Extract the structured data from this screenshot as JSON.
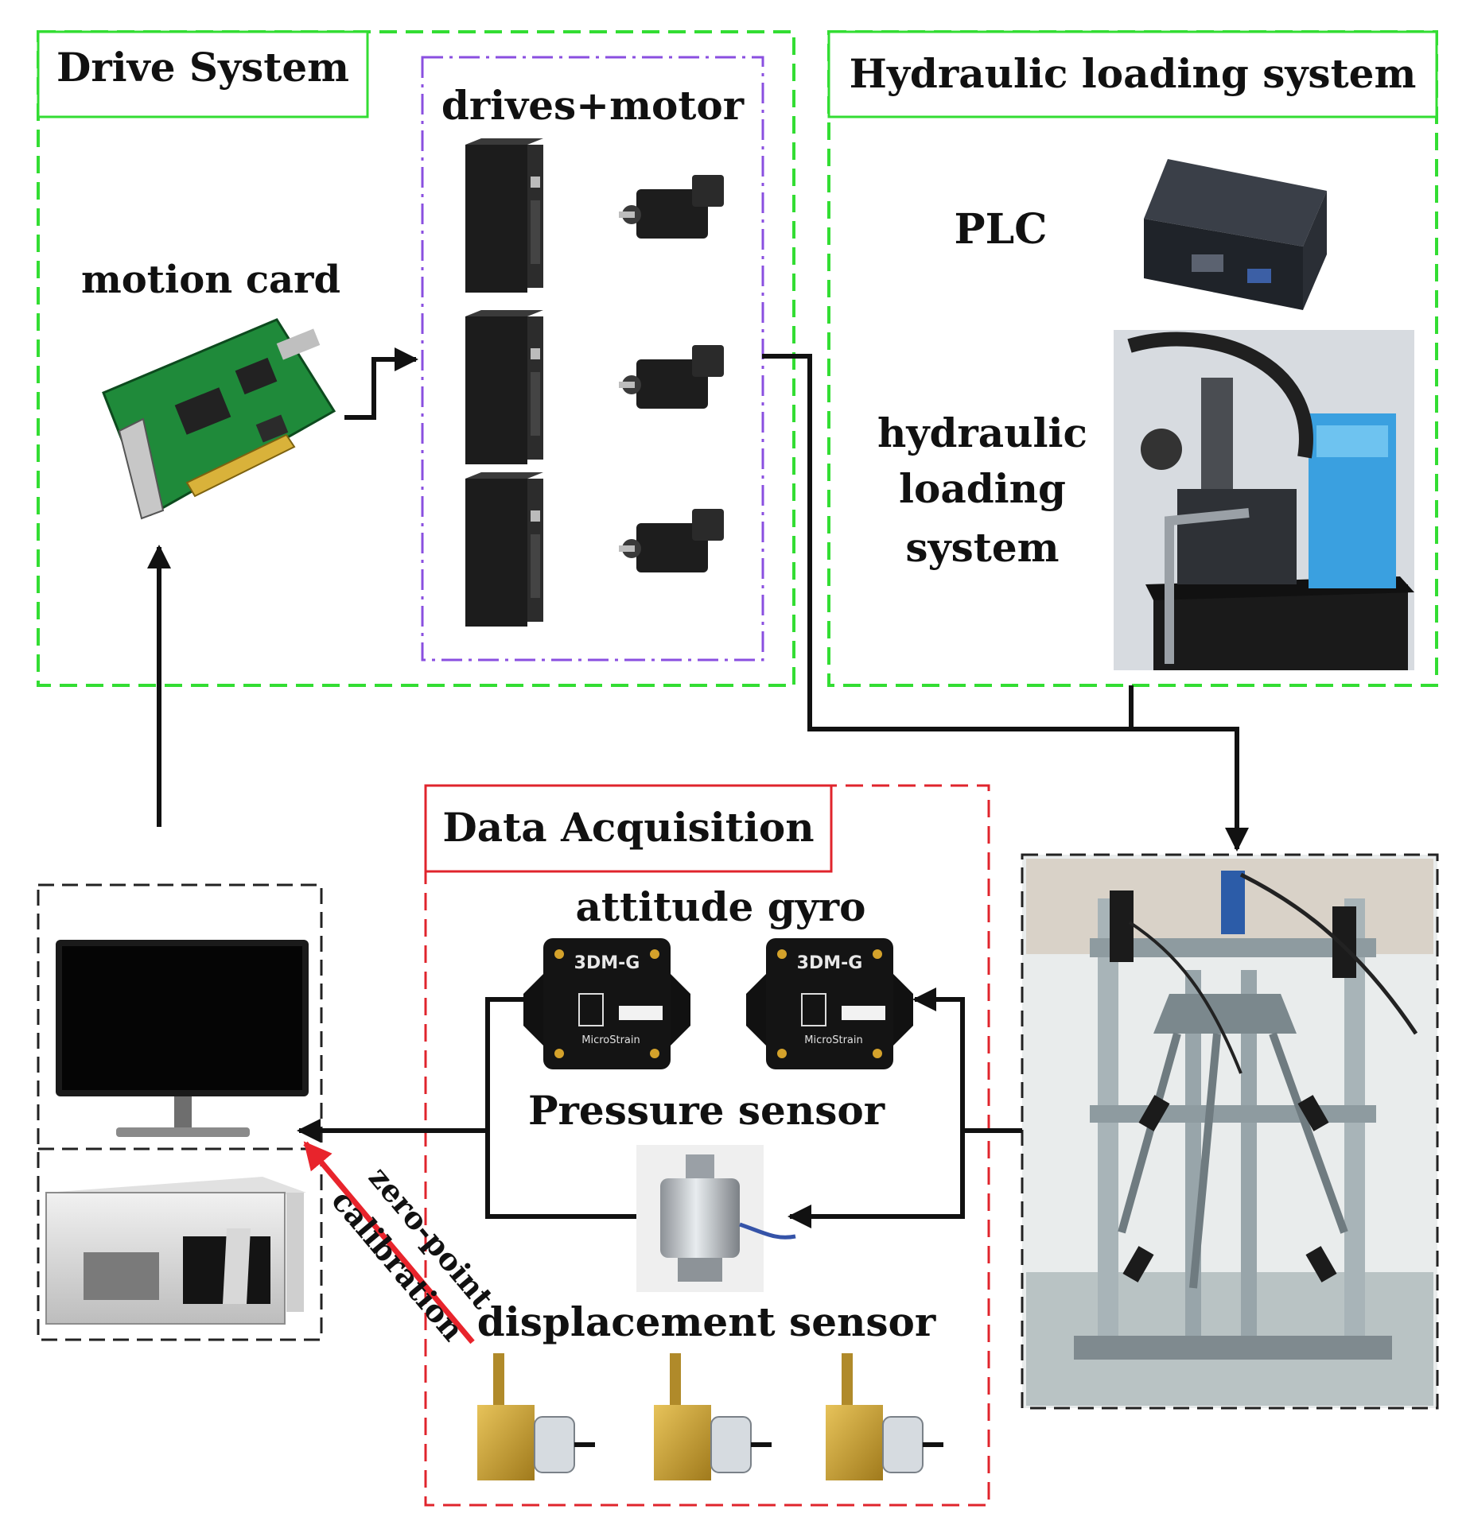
{
  "diagram": {
    "colors": {
      "drive_border": "#33dd33",
      "hydraulic_border": "#33dd33",
      "motor_group_border": "#8a4fe0",
      "acquisition_border": "#e0242c",
      "equipment_border": "#222222",
      "connector": "#111111",
      "calibration_arrow": "#e8242c"
    },
    "drive_system": {
      "title": "Drive System",
      "motion_card_label": "motion card",
      "motor_group_label": "drives+motor"
    },
    "hydraulic_system": {
      "title": "Hydraulic loading system",
      "plc_label": "PLC",
      "loading_label_lines": [
        "hydraulic",
        "loading",
        "system"
      ]
    },
    "data_acquisition": {
      "title": "Data Acquisition",
      "gyro_label": "attitude gyro",
      "gyro_brand": "3DM-G",
      "gyro_maker": "MicroStrain",
      "pressure_label": "Pressure sensor",
      "displacement_label": "displacement sensor"
    },
    "calibration": {
      "label_lines": [
        "zero-point",
        "calibration"
      ]
    }
  }
}
